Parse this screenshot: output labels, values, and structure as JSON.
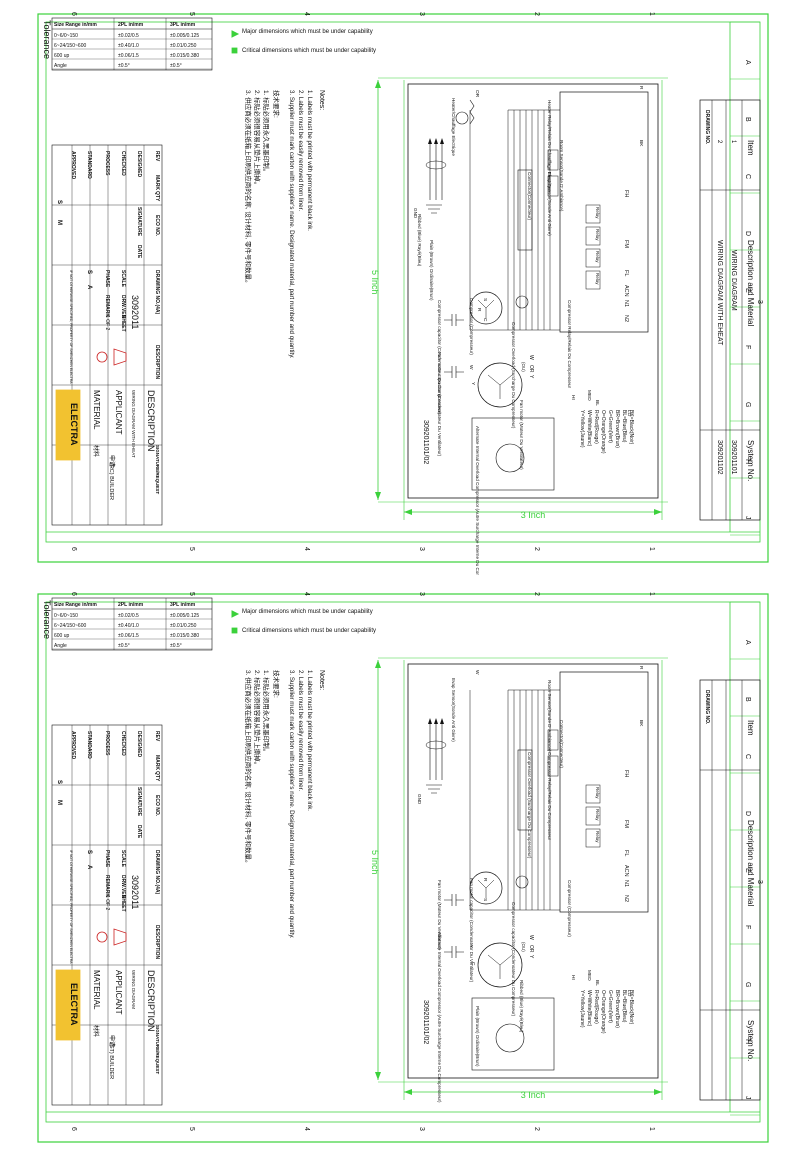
{
  "tolerance": {
    "heading": "Tolerance",
    "columns": [
      "Size Range in/mm",
      "2PL in/mm",
      "3PL in/mm"
    ],
    "rows": [
      [
        "0~6/0~150",
        "±0.02/0.5",
        "±0.005/0.125"
      ],
      [
        "6~24/150~600",
        "±0.40/1.0",
        "±0.01/0.250"
      ],
      [
        "600 up",
        "±0.06/1.5",
        "±0.015/0.380"
      ],
      [
        "Angle",
        "±0.5°",
        "±0.5°"
      ]
    ],
    "legend_major": "Major dimensions which must be under capability",
    "legend_critical": "Critical dimensions which must be under capability"
  },
  "notes": {
    "title": "Notes:",
    "lines": [
      "1. Labels must be printed with permanent black ink.",
      "2. Labels must be easily removed from liner.",
      "3. Supplier must mark carton with supplier's name. Designated material, part number and quantity."
    ],
    "cn_title": "技术要求:",
    "cn_lines": [
      "1. 标贴必须用永久黑墨印制。",
      "2. 标贴必须很容易从垫片上撕掉。",
      "3. 供应商必须在纸箱上印刷供应商的名称, 设计材料, 零件号和数量。"
    ]
  },
  "dimensions": {
    "width": "5 Inch",
    "height": "3 Inch"
  },
  "grid_numbers": [
    "6",
    "5",
    "4",
    "3",
    "2",
    "1"
  ],
  "grid_letters": [
    "A",
    "B",
    "C",
    "D",
    "E",
    "F",
    "G",
    "H",
    "J"
  ],
  "title_block": {
    "rev": "REV",
    "mark": "MARK",
    "qty": "QTY",
    "eco": "ECO NO.",
    "designed": "DESIGNED",
    "checked": "CHECKED",
    "process": "PROCESS",
    "standard": "STANDARD",
    "approved": "APPROVED",
    "signature": "SIGNATURE",
    "date": "DATE",
    "drawing_no": "DRAWING NO.(4A)",
    "description": "DESCRIPTION",
    "scale": "SCALE",
    "drw_ver": "DRW.VER",
    "sheet": "SHEET",
    "sheet_value": "1 OF 2",
    "phase": "PHASE",
    "remark": "REMARK",
    "desc_big": "DESCRIPTION",
    "material": "MATERIAL",
    "material_cn": "材料",
    "applicant": "APPLICANT",
    "applicant_cn": "申请",
    "signature_request": "SIGNATURE/REQUEST",
    "company": "ELECTRA",
    "confidential": "IF NOT OTHERWISE SPECIFIED, PROPERTY OF SHENZHEN ELECTRA",
    "s": "S",
    "a": "A",
    "m": "M"
  },
  "drawings": [
    {
      "drawing_number": "3092011",
      "part_number": "309201101/02",
      "title": "WIRING DIAGRAM WITH EHEAT",
      "requester": "(RC) BUILDER",
      "bom": {
        "col_item": "Item",
        "col_desc": "Description and Material",
        "col_sys": "System No.",
        "row1": [
          "1",
          "WIRING DIAGRAM",
          "309201101"
        ],
        "row2": [
          "2",
          "WIRING DIAGRAM WITH EHEAT",
          "309201102"
        ],
        "revision": "3",
        "drawing_tag": "DRAWING NO."
      },
      "legend": [
        "BK=Black(Noir)",
        "BL=Blue(Bleu)",
        "BR=Brown(Brun)",
        "G=Green(Vert)",
        "O=Orange(Orange)",
        "R=Red(Rouge)",
        "W=White(Blanc)",
        "Y=Yellow(Jaune)"
      ],
      "components": [
        "Heater/Chauffage Electrique",
        "Heater Relay/Relais Du Chauffage Electrique",
        "Room Sensor(Sonde D' Ambiance)",
        "Evap Sensor(Sonde Anti Givre)",
        "Connector(Connecteur)",
        "Compressor Relay/Relais Du Compresseur",
        "Compressor Overload (Surcharge Du Compresseur)",
        "Compressor (Compresseur)",
        "Compressor capacitor (Condensateur Du Compresseur)",
        "Fan motor capacitor (Condensateur Du Ventilateur)",
        "Fan motor (Moteur Du Ventilateur)",
        "Alternate Internal Overload Compressor (Autre Surcharge Interne Du Compresseur)",
        "Ribbed (Blue) Rayé(Bleu)",
        "Plain (Brown) Ordinaire(Brun)",
        "GND"
      ],
      "board_labels": [
        "FH",
        "FM",
        "FL",
        "ACN",
        "N1",
        "N2",
        "Relay",
        "Relay",
        "Relay",
        "Relay"
      ],
      "wire_labels": [
        "R",
        "BK",
        "BL",
        "MED",
        "HI",
        "LO",
        "OR",
        "W",
        "Y",
        "C",
        "S",
        "R"
      ],
      "fan_terms": [
        "W",
        "OR",
        "Y"
      ],
      "fan_sub": "(OU)"
    },
    {
      "drawing_number": "3092011",
      "part_number": "309201101/02",
      "title": "WIRING DIAGRAM",
      "requester": "(ST) BUILDER",
      "bom": {
        "col_item": "Item",
        "col_desc": "Description and Material",
        "col_sys": "System No.",
        "row1": [
          "",
          "",
          ""
        ],
        "row2": [
          "",
          "",
          ""
        ],
        "revision": "3",
        "drawing_tag": "DRAWING NO."
      },
      "legend": [
        "BK=Black(Noir)",
        "BL=Blue(Bleu)",
        "BR=Brown(Brun)",
        "G=Green(Vert)",
        "O=Orange(Orange)",
        "R=Red(Rouge)",
        "W=White(Blanc)",
        "Y=Yellow(Jaune)"
      ],
      "components": [
        "Evap Sensor(Sonde Anti Givre)",
        "Room Sensor(Sonde D' Ambiance)",
        "Connector(Connecteur)",
        "Compressor Relay/Relais Du Compresseur",
        "Compressor Overload (Surcharge Du Compresseur)",
        "Compressor (Compresseur)",
        "Compressor capacitor (Condensateur Du Compresseur)",
        "Fan motor capacitor (Condensateur Du Ventilateur)",
        "Fan motor (Moteur Du Ventilateur)",
        "Alternate Internal Overload Compressor (Autre Surcharge Interne Du Compresseur)",
        "Ribbed (Blue) Rayé(Bleu)",
        "Plain (Brown) Ordinaire(Brun)",
        "GND"
      ],
      "board_labels": [
        "FH",
        "FM",
        "FL",
        "ACN",
        "N1",
        "N2",
        "Relay",
        "Relay",
        "Relay"
      ],
      "wire_labels": [
        "R",
        "BK",
        "BL",
        "MED",
        "HI",
        "LO",
        "W",
        "Y",
        "C",
        "S",
        "R"
      ],
      "fan_terms": [
        "W",
        "OR",
        "Y"
      ],
      "fan_sub": "(OU)"
    }
  ],
  "colors": {
    "frame_green": "#3bd13b",
    "line": "#111111",
    "logo_yellow": "#f2c230",
    "diamond_green": "#2fc52f"
  }
}
